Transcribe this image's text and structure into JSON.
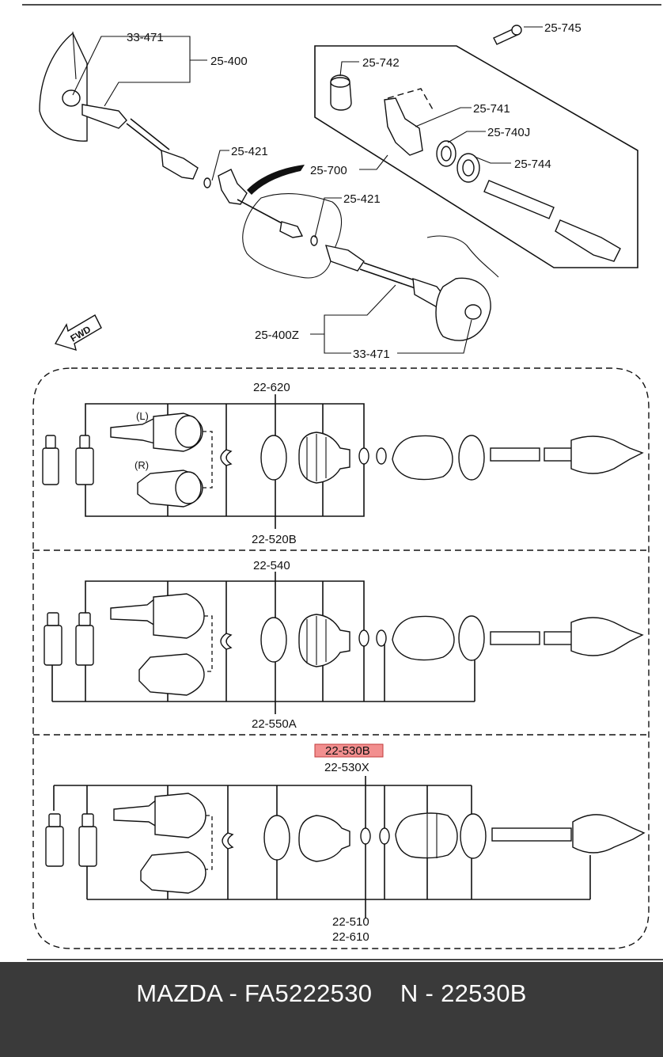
{
  "top": {
    "labels": {
      "l33471a": "33-471",
      "l25400": "25-400",
      "l25745": "25-745",
      "l25742": "25-742",
      "l25741": "25-741",
      "l25740j": "25-740J",
      "l25744": "25-744",
      "l25421a": "25-421",
      "l25700": "25-700",
      "l25421b": "25-421",
      "l25400z": "25-400Z",
      "l33471b": "33-471",
      "fwd": "FWD"
    }
  },
  "section1": {
    "label_top": "22-620",
    "label_bottom": "22-520B",
    "label_l": "(L)",
    "label_r": "(R)"
  },
  "section2": {
    "label_top": "22-540",
    "label_bottom": "22-550A"
  },
  "section3": {
    "label_highlight": "22-530B",
    "label_top": "22-530X",
    "label_bottom1": "22-510",
    "label_bottom2": "22-610"
  },
  "colors": {
    "highlight": "#f28f8f",
    "footer_bg": "#3a3a3a",
    "footer_text": "#ffffff"
  },
  "footer": {
    "caption": "MAZDA - FA5222530    N - 22530B"
  }
}
